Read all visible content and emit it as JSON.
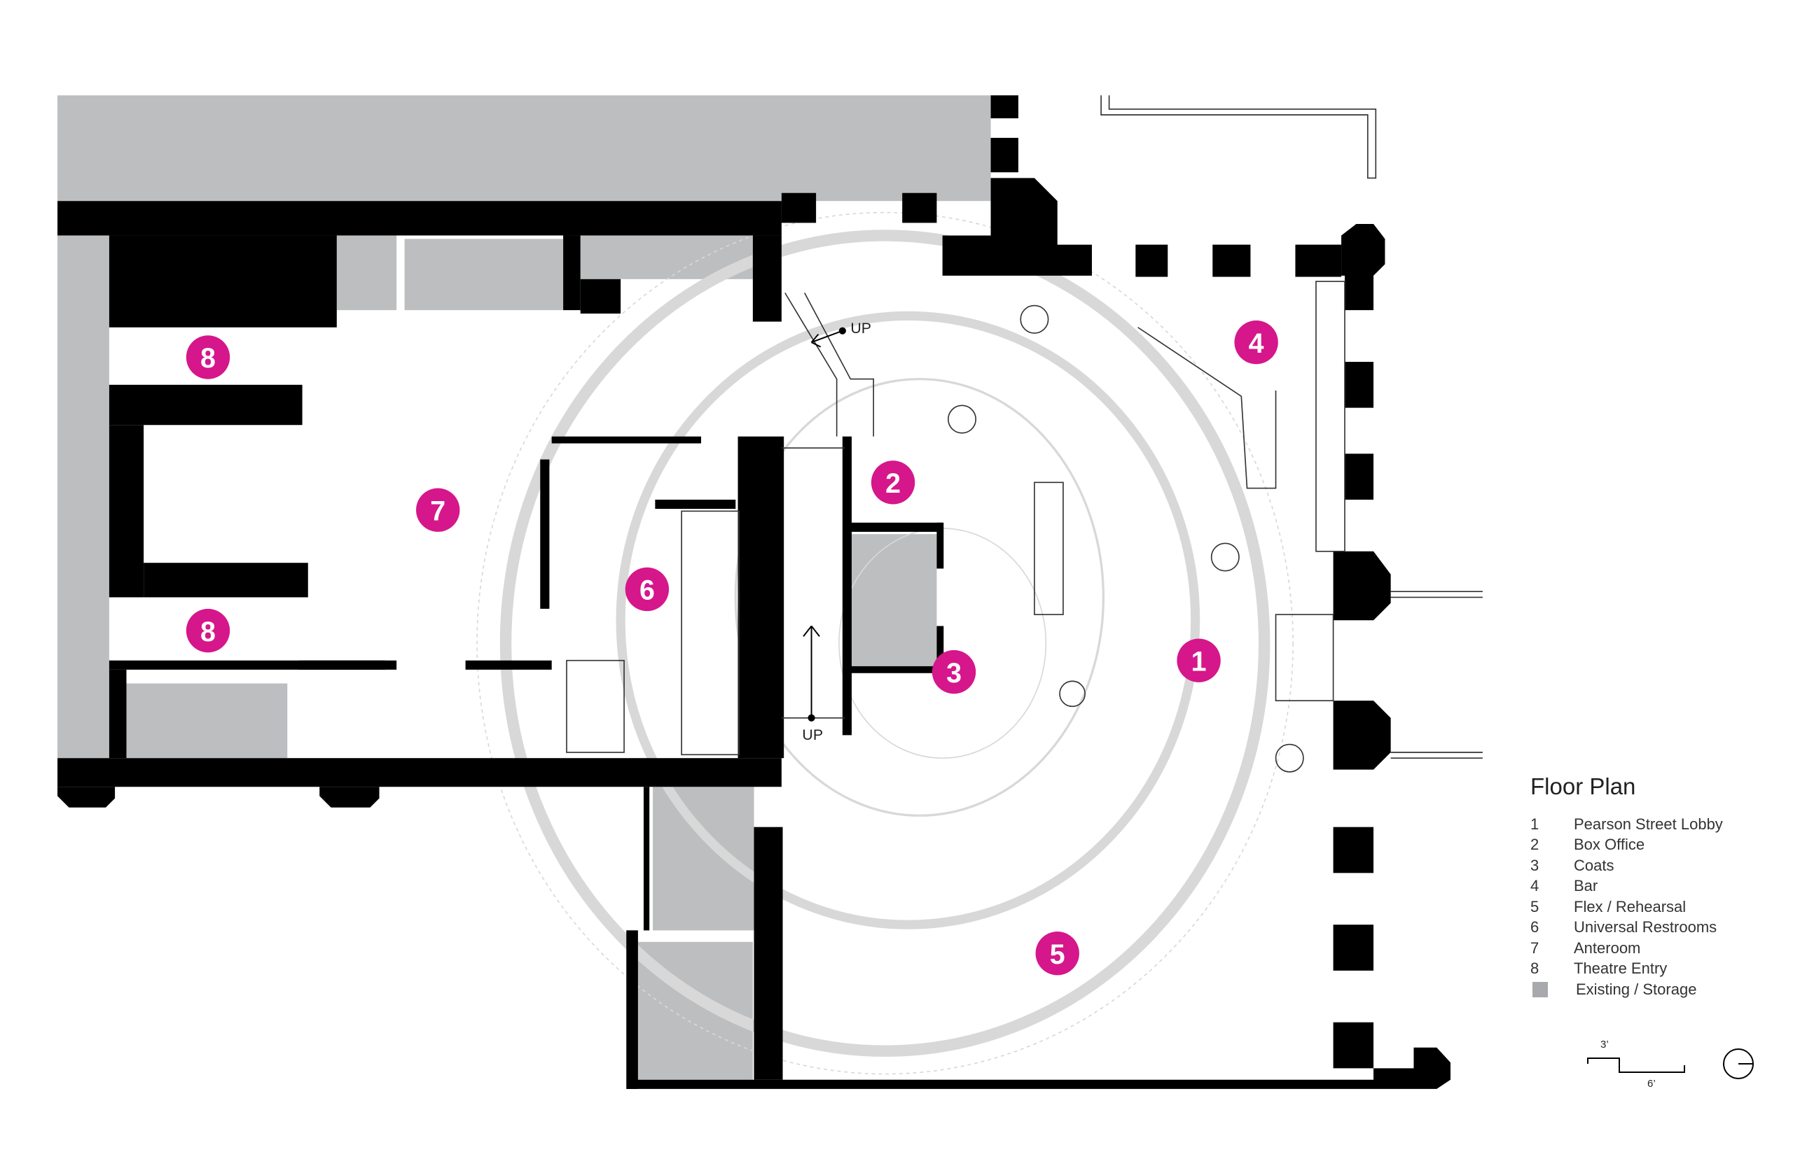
{
  "title": "Floor Plan",
  "colors": {
    "marker": "#d6168b",
    "existing": "#bcbec0",
    "wall": "#000000"
  },
  "markers": [
    "1",
    "2",
    "3",
    "4",
    "5",
    "6",
    "7",
    "8",
    "8"
  ],
  "stairs": {
    "up_label_1": "UP",
    "up_label_2": "UP"
  },
  "legend": {
    "items": [
      {
        "num": "1",
        "label": "Pearson Street Lobby"
      },
      {
        "num": "2",
        "label": "Box Office"
      },
      {
        "num": "3",
        "label": "Coats"
      },
      {
        "num": "4",
        "label": "Bar"
      },
      {
        "num": "5",
        "label": "Flex / Rehearsal"
      },
      {
        "num": "6",
        "label": "Universal Restrooms"
      },
      {
        "num": "7",
        "label": "Anteroom"
      },
      {
        "num": "8",
        "label": "Theatre Entry"
      }
    ],
    "swatch_label": "Existing / Storage"
  },
  "scale_bar": {
    "small": "3’",
    "large": "6’"
  },
  "north_arrow": "north-arrow"
}
